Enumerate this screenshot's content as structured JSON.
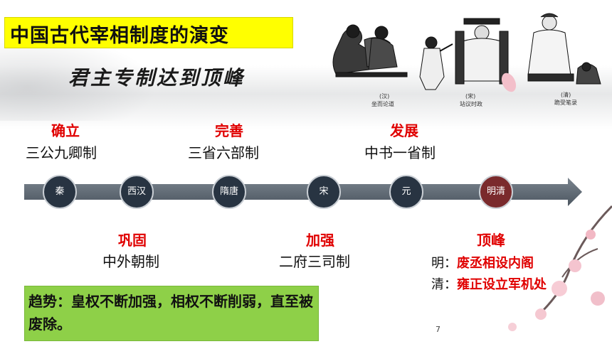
{
  "title": "中国古代宰相制度的演变",
  "subtitle": "君主专制达到顶峰",
  "illustration": {
    "captions": [
      {
        "dynasty": "(汉)",
        "caption": "坐而论道"
      },
      {
        "dynasty": "(宋)",
        "caption": "站议时政"
      },
      {
        "dynasty": "(清)",
        "caption": "跪受笔录"
      }
    ]
  },
  "timeline": {
    "nodes": [
      "秦",
      "西汉",
      "隋唐",
      "宋",
      "元",
      "明清"
    ],
    "highlight_color": "#7a2a2c",
    "node_color": "#283442",
    "arrow_color": "#5a6470"
  },
  "stages_top": [
    {
      "label": "确立",
      "system": "三公九卿制"
    },
    {
      "label": "完善",
      "system": "三省六部制"
    },
    {
      "label": "发展",
      "system": "中书一省制"
    }
  ],
  "stages_bottom": [
    {
      "label": "巩固",
      "system": "中外朝制"
    },
    {
      "label": "加强",
      "system": "二府三司制"
    },
    {
      "label": "顶峰"
    }
  ],
  "peak_details": [
    {
      "prefix": "明：",
      "text": "废丞相设内阁"
    },
    {
      "prefix": "清：",
      "text": "雍正设立军机处"
    }
  ],
  "trend": "趋势：皇权不断加强，相权不断削弱，直至被废除。",
  "page_number": "7"
}
